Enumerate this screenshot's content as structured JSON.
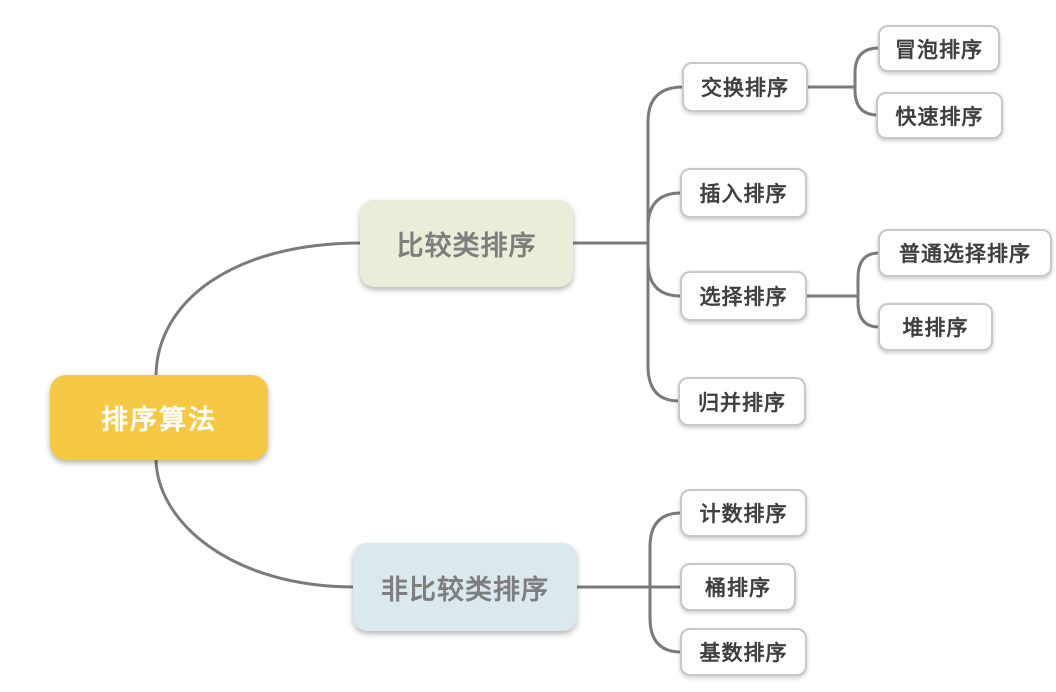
{
  "colors": {
    "canvas_bg": "#FFFFFF",
    "root_bg": "#F5C944",
    "root_text": "#FFFFFF",
    "branch1_bg": "#EAEDDA",
    "branch2_bg": "#DBE9EF",
    "branch_text": "#7E7E7E",
    "leaf_bg": "#FFFFFF",
    "leaf_border": "#C8C8C8",
    "leaf_text": "#3F3F3F",
    "line": "#7B7B7B"
  },
  "mindmap": {
    "root": {
      "label": "排序算法"
    },
    "branches": [
      {
        "label": "比较类排序",
        "children": [
          {
            "label": "交换排序",
            "children": [
              {
                "label": "冒泡排序"
              },
              {
                "label": "快速排序"
              }
            ]
          },
          {
            "label": "插入排序",
            "children": []
          },
          {
            "label": "选择排序",
            "children": [
              {
                "label": "普通选择排序"
              },
              {
                "label": "堆排序"
              }
            ]
          },
          {
            "label": "归并排序",
            "children": []
          }
        ]
      },
      {
        "label": "非比较类排序",
        "children": [
          {
            "label": "计数排序",
            "children": []
          },
          {
            "label": "桶排序",
            "children": []
          },
          {
            "label": "基数排序",
            "children": []
          }
        ]
      }
    ]
  }
}
